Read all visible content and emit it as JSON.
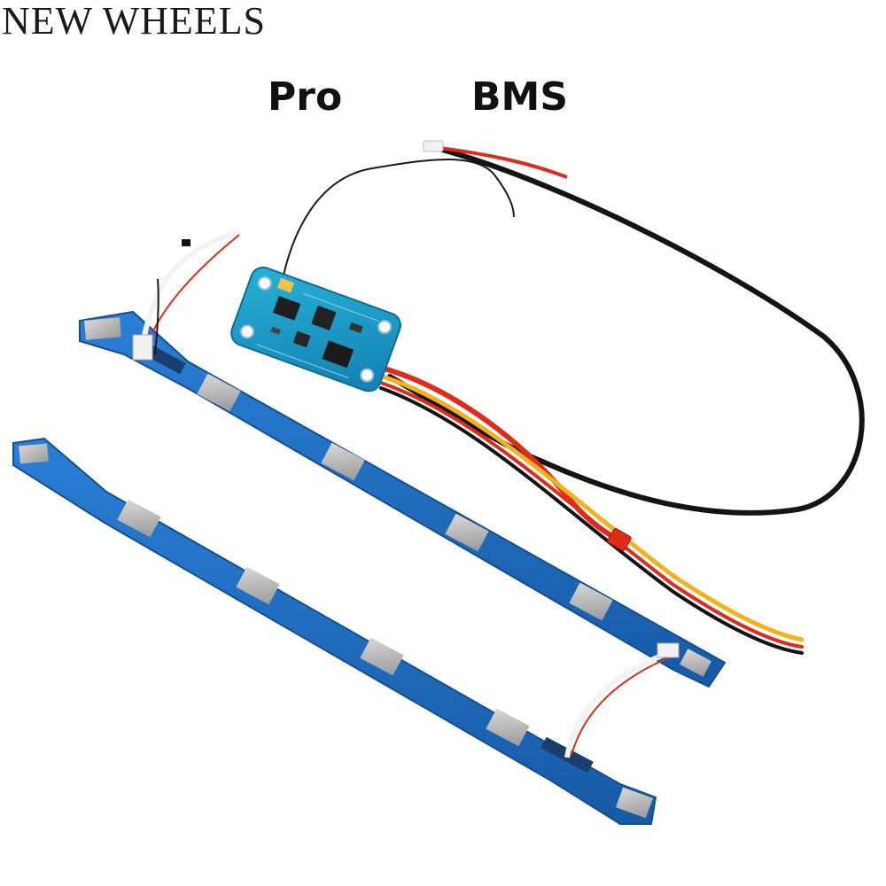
{
  "brand": {
    "text": "NEW WHEELS"
  },
  "title": {
    "word1": "Pro",
    "word2": "BMS"
  },
  "colors": {
    "pcb": "#1f6fc4",
    "pcb_dark": "#175aa6",
    "pcb_controller": "#1aa0c8",
    "pad": "#b8b8b8",
    "wire_black": "#141414",
    "wire_red": "#e02a1a",
    "wire_yellow": "#f2b21a",
    "connector_white": "#f1f1f1"
  },
  "image": {
    "subject": "battery-management-system-kit",
    "items": [
      "bms-controller-board",
      "balance-strip-upper",
      "balance-strip-lower",
      "cable-harness"
    ]
  }
}
